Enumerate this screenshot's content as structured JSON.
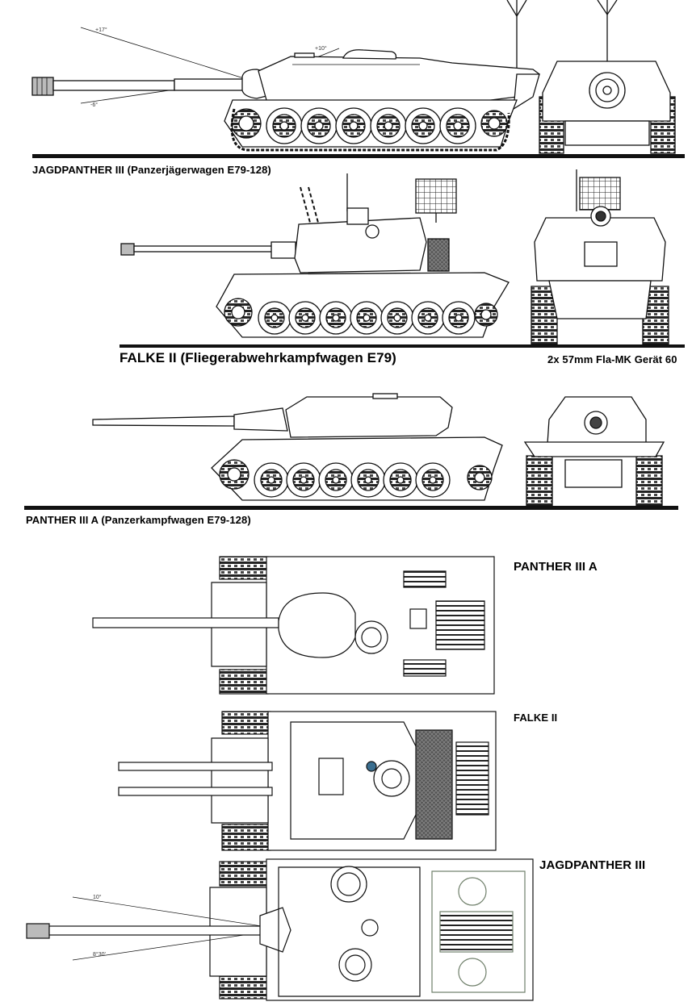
{
  "captions": {
    "jagdpanther_side": "JAGDPANTHER III (Panzerjägerwagen E79-128)",
    "falke_side": "FALKE II (Fliegerabwehrkampfwagen E79)",
    "falke_armament": "2x 57mm Fla-MK Gerät 60",
    "panther_side": "PANTHER III A (Panzerkampfwagen E79-128)"
  },
  "top_view_labels": {
    "panther": "PANTHER III A",
    "falke": "FALKE II",
    "jagdpanther": "JAGDPANTHER III"
  },
  "angle_annotations": {
    "jagd_side_elev": "+17°",
    "jagd_side_depr": "-6°",
    "jagd_side_mg": "+10°",
    "jagd_top_left": "10°",
    "jagd_top_right": "8°30'"
  },
  "colors": {
    "ink": "#111111",
    "hull_fill": "#ffffff",
    "engine_deck": "#333333",
    "screen_green": "#6f7f6a"
  }
}
